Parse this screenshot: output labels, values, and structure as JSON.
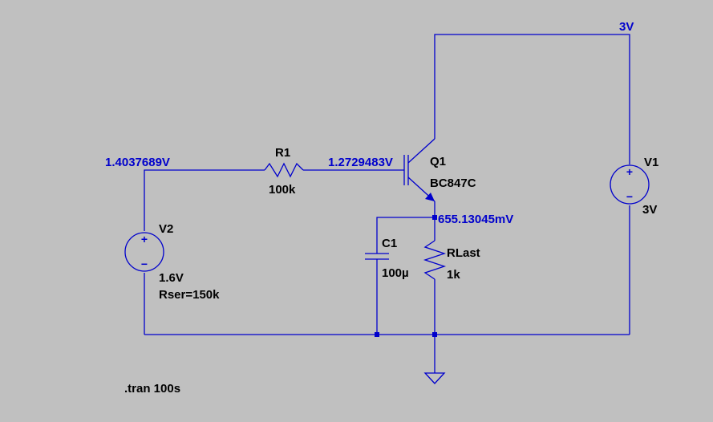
{
  "colors": {
    "background": "#c0c0c0",
    "wire": "#0000cc",
    "label": "#000000"
  },
  "node_labels": {
    "supply": "3V",
    "v2_out": "1.4037689V",
    "base": "1.2729483V",
    "emitter": "655.13045mV"
  },
  "components": {
    "r1": {
      "name": "R1",
      "value": "100k"
    },
    "q1": {
      "name": "Q1",
      "model": "BC847C"
    },
    "c1": {
      "name": "C1",
      "value": "100µ"
    },
    "rlast": {
      "name": "RLast",
      "value": "1k"
    },
    "v1": {
      "name": "V1",
      "value": "3V",
      "plus": "+",
      "minus": "−"
    },
    "v2": {
      "name": "V2",
      "value": "1.6V",
      "param": "Rser=150k",
      "plus": "+",
      "minus": "−"
    }
  },
  "directive": ".tran 100s"
}
